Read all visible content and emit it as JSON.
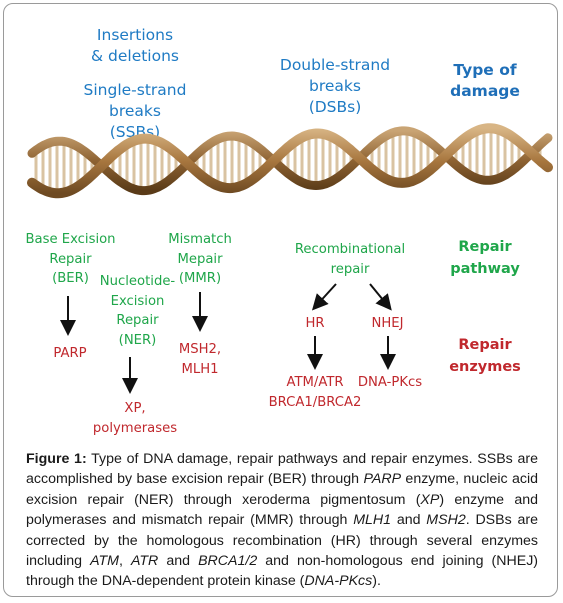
{
  "damage": {
    "indels": "Insertions\n& deletions",
    "ssb": "Single-strand\nbreaks\n(SSBs)",
    "dsb": "Double-strand\nbreaks\n(DSBs)",
    "type_label": "Type of\ndamage"
  },
  "pathways": {
    "ber": "Base Excision\nRepair\n(BER)",
    "ner": "Nucleotide-\nExcision\nRepair\n(NER)",
    "mmr": "Mismatch\nMepair\n(MMR)",
    "recomb": "Recombinational\nrepair",
    "label": "Repair\npathway"
  },
  "enzymes": {
    "parp": "PARP",
    "xp": "XP,\npolymerases",
    "msh": "MSH2,\nMLH1",
    "hr": "HR",
    "nhej": "NHEJ",
    "atm": "ATM/ATR\nBRCA1/BRCA2",
    "dnapk": "DNA-PKcs",
    "label": "Repair\nenzymes"
  },
  "caption": {
    "head": "Figure 1:",
    "segments": [
      {
        "t": " Type of DNA damage, repair pathways and repair enzymes. SSBs are accomplished by base excision repair (BER) through ",
        "i": false
      },
      {
        "t": "PARP",
        "i": true
      },
      {
        "t": " enzyme, nucleic acid excision repair (NER) through xeroderma pigmentosum (",
        "i": false
      },
      {
        "t": "XP",
        "i": true
      },
      {
        "t": ") enzyme and polymerases and mismatch repair (MMR) through ",
        "i": false
      },
      {
        "t": "MLH1",
        "i": true
      },
      {
        "t": " and ",
        "i": false
      },
      {
        "t": "MSH2",
        "i": true
      },
      {
        "t": ". DSBs are corrected by the homologous recombination (HR) through several enzymes including ",
        "i": false
      },
      {
        "t": "ATM",
        "i": true
      },
      {
        "t": ", ",
        "i": false
      },
      {
        "t": "ATR",
        "i": true
      },
      {
        "t": " and ",
        "i": false
      },
      {
        "t": "BRCA1/2",
        "i": true
      },
      {
        "t": " and non-homologous end joining (NHEJ) through the DNA-dependent protein kinase (",
        "i": false
      },
      {
        "t": "DNA-PKcs",
        "i": true
      },
      {
        "t": ").",
        "i": false
      }
    ]
  },
  "colors": {
    "damage_text": "#1f7bc4",
    "pathway_text": "#1fa64a",
    "enzyme_text": "#c0282d",
    "helix_strand": "#a8773f",
    "helix_rung": "#d9c3a2"
  }
}
